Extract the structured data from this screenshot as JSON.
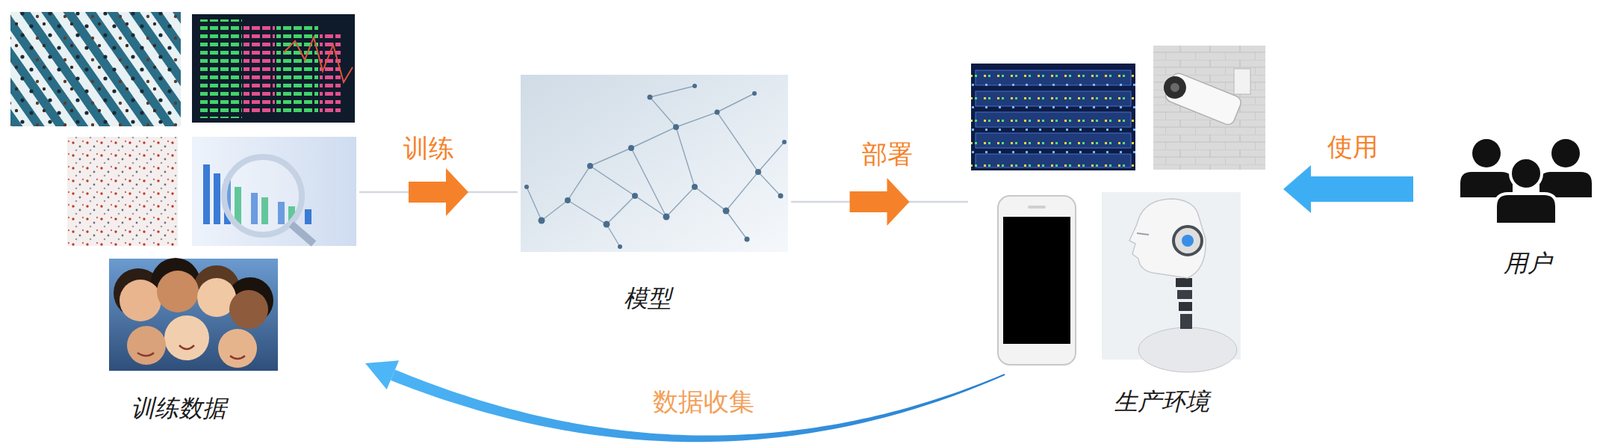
{
  "diagram": {
    "nodes": [
      {
        "text": [
          "训练数据"
        ]
      },
      {
        "text": [
          "模型"
        ]
      },
      {
        "text": [
          "生产环境"
        ]
      },
      {
        "text": [
          "用户"
        ]
      }
    ],
    "edges": [
      {
        "from": 0,
        "to": 1,
        "arrow": "to",
        "label": "训练"
      },
      {
        "from": 1,
        "to": 2,
        "arrow": "to",
        "label": "部署"
      },
      {
        "from": 3,
        "to": 2,
        "arrow": "to",
        "label": "使用"
      },
      {
        "from": 2,
        "to": 0,
        "arrow": "to",
        "label": "数据收集"
      }
    ]
  }
}
